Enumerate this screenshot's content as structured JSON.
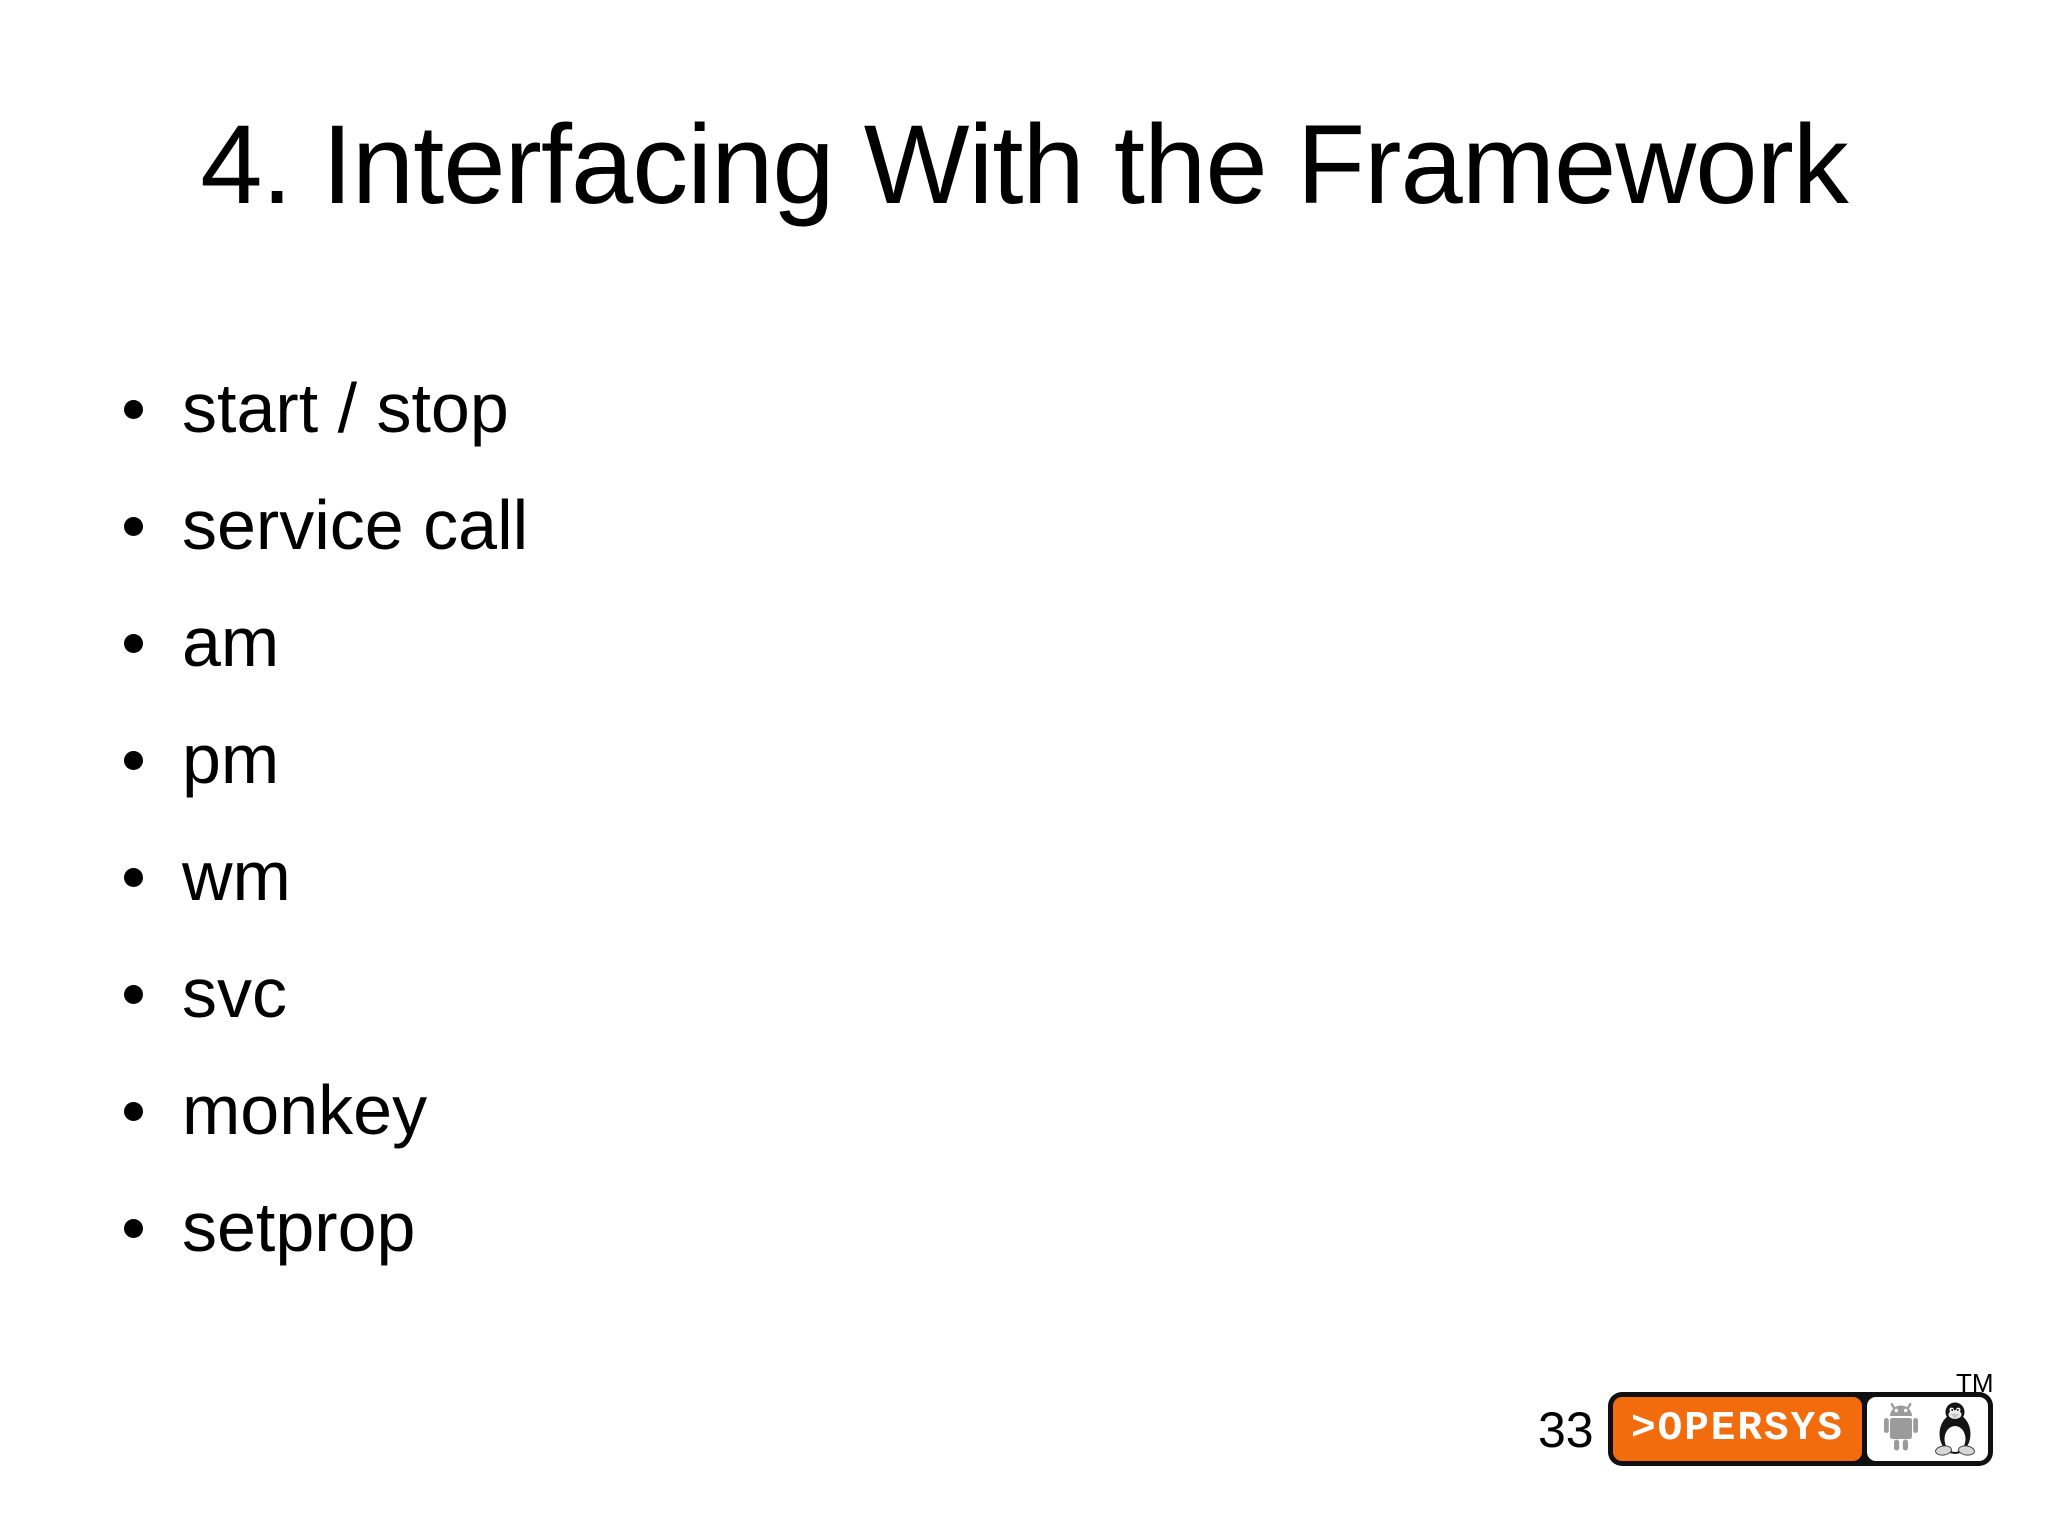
{
  "slide": {
    "title": "4. Interfacing With the Framework",
    "bullets": [
      "start / stop",
      "service call",
      "am",
      "pm",
      "wm",
      "svc",
      "monkey",
      "setprop"
    ],
    "page_number": "33",
    "logo": {
      "brand_text": ">OPERSYS",
      "trademark": "TM",
      "brand_color": "#F26C0D",
      "icons": [
        "android-robot-icon",
        "tux-penguin-icon"
      ]
    },
    "colors": {
      "background": "#FFFFFF",
      "text": "#000000"
    }
  }
}
